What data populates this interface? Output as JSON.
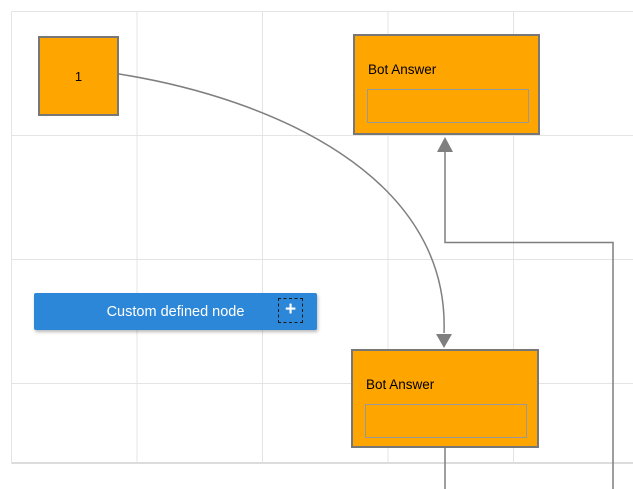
{
  "colors": {
    "canvas_bg": "#ffffff",
    "grid_line": "#e4e4e4",
    "page_border": "#dcdcdc",
    "node_fill": "#FFA500",
    "node_border": "#777777",
    "node_text": "#000000",
    "inner_box_border": "#999999",
    "connector": "#7f7f7f",
    "button_fill": "#2d87d8",
    "button_text": "#ffffff"
  },
  "nodes": {
    "node1": {
      "label": "1"
    },
    "bot_answer_top": {
      "title": "Bot Answer",
      "input_value": ""
    },
    "bot_answer_bottom": {
      "title": "Bot Answer",
      "input_value": ""
    },
    "custom_node": {
      "label": "Custom defined node",
      "port": {
        "icon": "plus-icon",
        "glyph": "+"
      }
    }
  }
}
